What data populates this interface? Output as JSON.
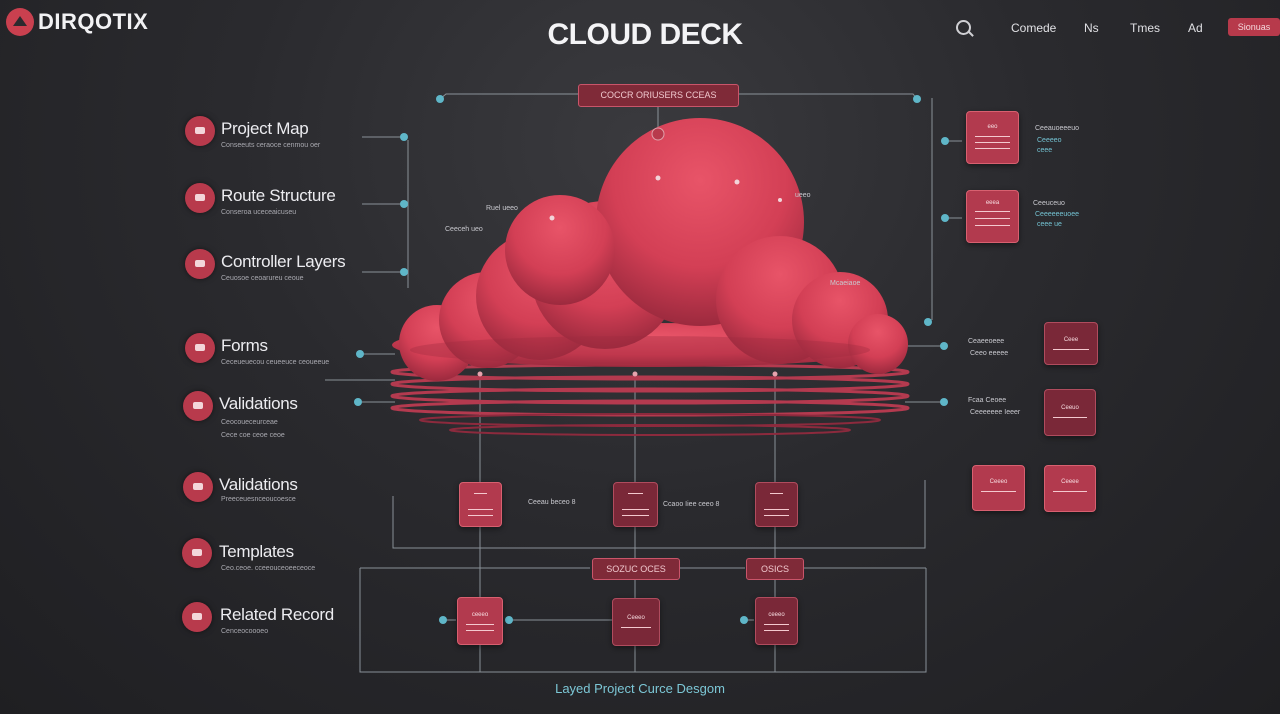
{
  "header": {
    "logo_text": "DIRQOTIX",
    "title": "CLOUD DECK",
    "search_icon": "search-icon",
    "nav": [
      "Comede",
      "Ns",
      "Tmes",
      "Ad"
    ],
    "nav_button": "Sionuas"
  },
  "sidebar": {
    "items": [
      {
        "title": "Project Map",
        "sub": [
          "Conseeuts ceraoce cenmou oer"
        ]
      },
      {
        "title": "Route Structure",
        "sub": [
          "Conseroa uceceaicuseu"
        ]
      },
      {
        "title": "Controller Layers",
        "sub": [
          "Ceuosoe ceoarureu ceoue"
        ]
      },
      {
        "title": "Forms",
        "sub": [
          "Ceceueuecou ceueeuce ceoueeue"
        ]
      },
      {
        "title": "Validations",
        "sub": [
          "Ceocoueceurceae",
          "Cece coe ceoe ceoe"
        ]
      },
      {
        "title": "Validations",
        "sub": [
          "Preeceuesnceoucoesce"
        ]
      },
      {
        "title": "Templates",
        "sub": [
          "Ceo.ceoe. cceeouceoeeceoce"
        ]
      },
      {
        "title": "Related Record",
        "sub": [
          "Cenceocoooeo"
        ]
      }
    ]
  },
  "diagram": {
    "top_tag": "COCCR ORIUSERS CCEAS",
    "middle_tags": [
      "SOZUC OCES",
      "OSICS"
    ],
    "cloud_labels": [
      "Ruel ueeo",
      "Ceeceh ueo",
      "ueeo",
      "Mcaeiaoe"
    ],
    "lower_labels": [
      "Ceeau beceo 8",
      "Ccaoo Iiee ceeo 8"
    ],
    "right_labels": [
      {
        "title": "Ceeauoeeeuo",
        "sub": "Ceeeeo",
        "sub2": "ceee"
      },
      {
        "title": "Ceeuceuo",
        "sub": "Ceeeeeeuoee",
        "sub2": "ceee ue"
      },
      {
        "title": "Ceaeeoeee",
        "sub": "Ceeo eeeee"
      },
      {
        "title": "Fcaa Ceoee",
        "sub": "Ceeeeeee Ieeer"
      }
    ],
    "box_texts": {
      "r1": "eeo",
      "r2": "eeea",
      "r3": "Ceee",
      "r4": "Ceeuo",
      "r5": "Ceeeo",
      "r6": "Ceeee",
      "m1": "",
      "m2": "",
      "m3": "",
      "b1": "ceeeo",
      "b2": "Ceeeo",
      "b3": "ceeeo"
    }
  },
  "footer": "Layed Project Curce Desgom",
  "colors": {
    "accent": "#c9404f",
    "dark_accent": "#7f2a38",
    "connector": "#5fb6c8",
    "line": "#9aa3aa"
  }
}
